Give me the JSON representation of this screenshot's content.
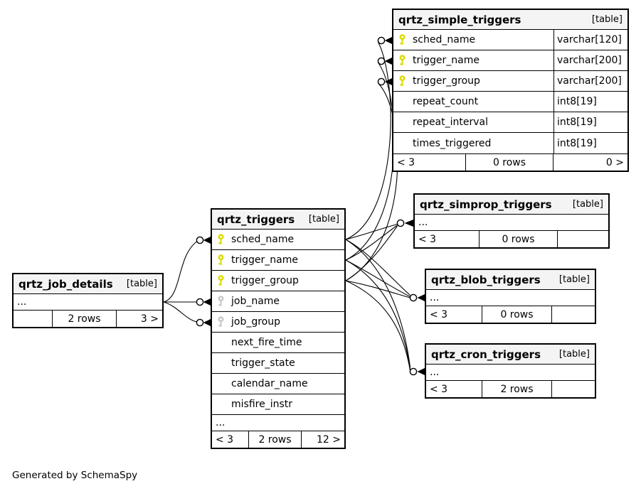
{
  "note": "Generated by SchemaSpy",
  "colors": {
    "header_bg": "#f4f4f4",
    "border": "#000000",
    "primary_key": "#dcdc00",
    "foreign_key": "#c8c8c8",
    "background": "#ffffff"
  },
  "tables": {
    "simple": {
      "title": "qrtz_simple_triggers",
      "tag": "[table]",
      "columns": [
        {
          "name": "sched_name",
          "type": "varchar[120]",
          "key": "pk"
        },
        {
          "name": "trigger_name",
          "type": "varchar[200]",
          "key": "pk"
        },
        {
          "name": "trigger_group",
          "type": "varchar[200]",
          "key": "pk"
        },
        {
          "name": "repeat_count",
          "type": "int8[19]",
          "key": ""
        },
        {
          "name": "repeat_interval",
          "type": "int8[19]",
          "key": ""
        },
        {
          "name": "times_triggered",
          "type": "int8[19]",
          "key": ""
        }
      ],
      "footer": {
        "left": "< 3",
        "center": "0 rows",
        "right": "0 >"
      }
    },
    "triggers": {
      "title": "qrtz_triggers",
      "tag": "[table]",
      "columns": [
        {
          "name": "sched_name",
          "key": "pk"
        },
        {
          "name": "trigger_name",
          "key": "pk"
        },
        {
          "name": "trigger_group",
          "key": "pk"
        },
        {
          "name": "job_name",
          "key": "fk"
        },
        {
          "name": "job_group",
          "key": "fk"
        },
        {
          "name": "next_fire_time",
          "key": ""
        },
        {
          "name": "trigger_state",
          "key": ""
        },
        {
          "name": "calendar_name",
          "key": ""
        },
        {
          "name": "misfire_instr",
          "key": ""
        }
      ],
      "ellipsis": "...",
      "footer": {
        "left": "< 3",
        "center": "2 rows",
        "right": "12 >"
      }
    },
    "job_details": {
      "title": "qrtz_job_details",
      "tag": "[table]",
      "ellipsis": "...",
      "footer": {
        "left": "",
        "center": "2 rows",
        "right": "3 >"
      }
    },
    "simprop": {
      "title": "qrtz_simprop_triggers",
      "tag": "[table]",
      "ellipsis": "...",
      "footer": {
        "left": "< 3",
        "center": "0 rows",
        "right": ""
      }
    },
    "blob": {
      "title": "qrtz_blob_triggers",
      "tag": "[table]",
      "ellipsis": "...",
      "footer": {
        "left": "< 3",
        "center": "0 rows",
        "right": ""
      }
    },
    "cron": {
      "title": "qrtz_cron_triggers",
      "tag": "[table]",
      "ellipsis": "...",
      "footer": {
        "left": "< 3",
        "center": "2 rows",
        "right": ""
      }
    }
  }
}
